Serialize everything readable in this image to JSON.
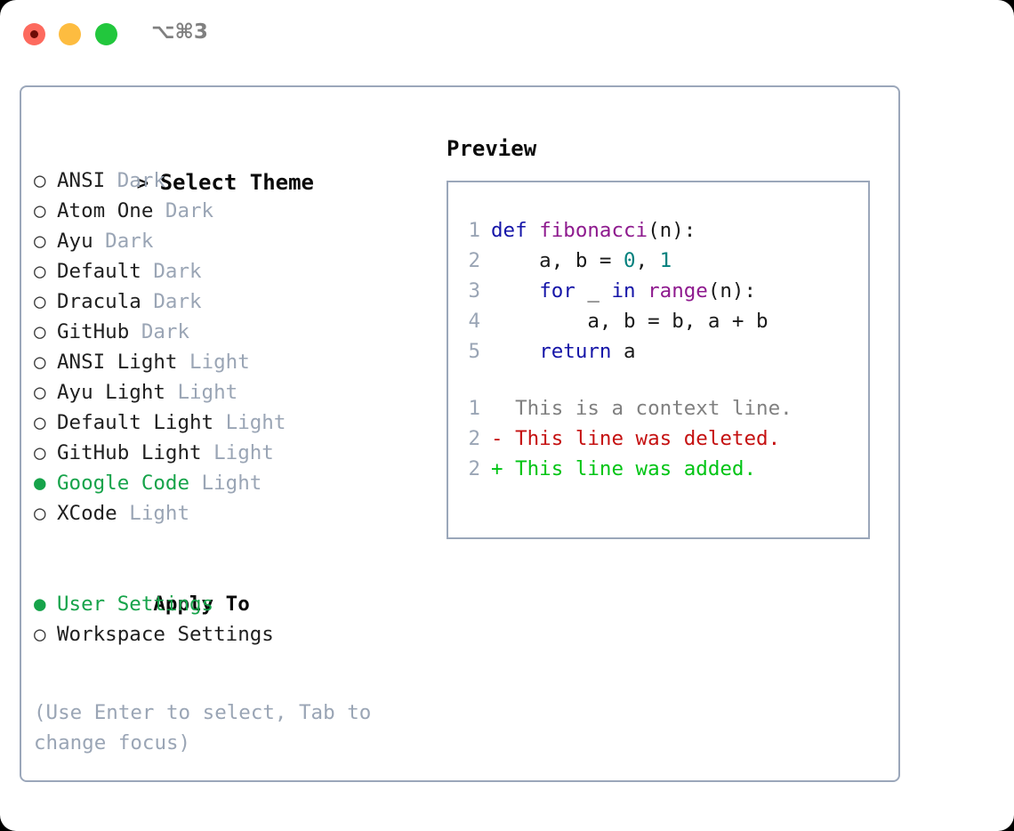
{
  "titlebar": {
    "shortcut": "⌥⌘3",
    "buttons": {
      "close": "close",
      "minimize": "minimize",
      "maximize": "maximize"
    }
  },
  "left": {
    "header": {
      "prefix": ">",
      "label": "Select Theme"
    },
    "themes": [
      {
        "bullet": "○",
        "name": "ANSI",
        "variant": "Dark",
        "selected": false
      },
      {
        "bullet": "○",
        "name": "Atom One",
        "variant": "Dark",
        "selected": false
      },
      {
        "bullet": "○",
        "name": "Ayu",
        "variant": "Dark",
        "selected": false
      },
      {
        "bullet": "○",
        "name": "Default",
        "variant": "Dark",
        "selected": false
      },
      {
        "bullet": "○",
        "name": "Dracula",
        "variant": "Dark",
        "selected": false
      },
      {
        "bullet": "○",
        "name": "GitHub",
        "variant": "Dark",
        "selected": false
      },
      {
        "bullet": "○",
        "name": "ANSI Light",
        "variant": "Light",
        "selected": false
      },
      {
        "bullet": "○",
        "name": "Ayu Light",
        "variant": "Light",
        "selected": false
      },
      {
        "bullet": "○",
        "name": "Default Light",
        "variant": "Light",
        "selected": false
      },
      {
        "bullet": "○",
        "name": "GitHub Light",
        "variant": "Light",
        "selected": false
      },
      {
        "bullet": "●",
        "name": "Google Code",
        "variant": "Light",
        "selected": true
      },
      {
        "bullet": "○",
        "name": "XCode",
        "variant": "Light",
        "selected": false
      }
    ],
    "apply_to": {
      "label": "Apply To",
      "options": [
        {
          "bullet": "●",
          "label": "User Settings",
          "selected": true
        },
        {
          "bullet": "○",
          "label": "Workspace Settings",
          "selected": false
        }
      ]
    },
    "hint": "(Use Enter to select, Tab to change focus)"
  },
  "right": {
    "title": "Preview",
    "code_lines": [
      {
        "no": "1",
        "tokens": [
          {
            "t": "def ",
            "c": "kw"
          },
          {
            "t": "fibonacci",
            "c": "fn"
          },
          {
            "t": "(n):",
            "c": "pl"
          }
        ]
      },
      {
        "no": "2",
        "tokens": [
          {
            "t": "    a, b = ",
            "c": "pl"
          },
          {
            "t": "0",
            "c": "num"
          },
          {
            "t": ", ",
            "c": "pl"
          },
          {
            "t": "1",
            "c": "num"
          }
        ]
      },
      {
        "no": "3",
        "tokens": [
          {
            "t": "    ",
            "c": "pl"
          },
          {
            "t": "for",
            "c": "kw"
          },
          {
            "t": " _ ",
            "c": "pl"
          },
          {
            "t": "in",
            "c": "kw"
          },
          {
            "t": " ",
            "c": "pl"
          },
          {
            "t": "range",
            "c": "fn"
          },
          {
            "t": "(n):",
            "c": "pl"
          }
        ]
      },
      {
        "no": "4",
        "tokens": [
          {
            "t": "        a, b = b, a + b",
            "c": "pl"
          }
        ]
      },
      {
        "no": "5",
        "tokens": [
          {
            "t": "    ",
            "c": "pl"
          },
          {
            "t": "return",
            "c": "kw"
          },
          {
            "t": " a",
            "c": "pl"
          }
        ]
      }
    ],
    "diff_lines": [
      {
        "no": "1",
        "marker": "  ",
        "text": "This is a context line.",
        "kind": "ctx"
      },
      {
        "no": "2",
        "marker": "- ",
        "text": "This line was deleted.",
        "kind": "del"
      },
      {
        "no": "2",
        "marker": "+ ",
        "text": "This line was added.",
        "kind": "add"
      }
    ]
  },
  "colors": {
    "border": "#9ba7ba",
    "accent_green": "#16a34a",
    "muted": "#9aa5b5",
    "keyword": "#1515a8",
    "function": "#8e1a8e",
    "number": "#00807d",
    "diff_delete": "#c51111",
    "diff_add": "#00c414",
    "close_dot": "#fd6a5e",
    "minimize_dot": "#fdbc40",
    "maximize_dot": "#22c73d"
  }
}
